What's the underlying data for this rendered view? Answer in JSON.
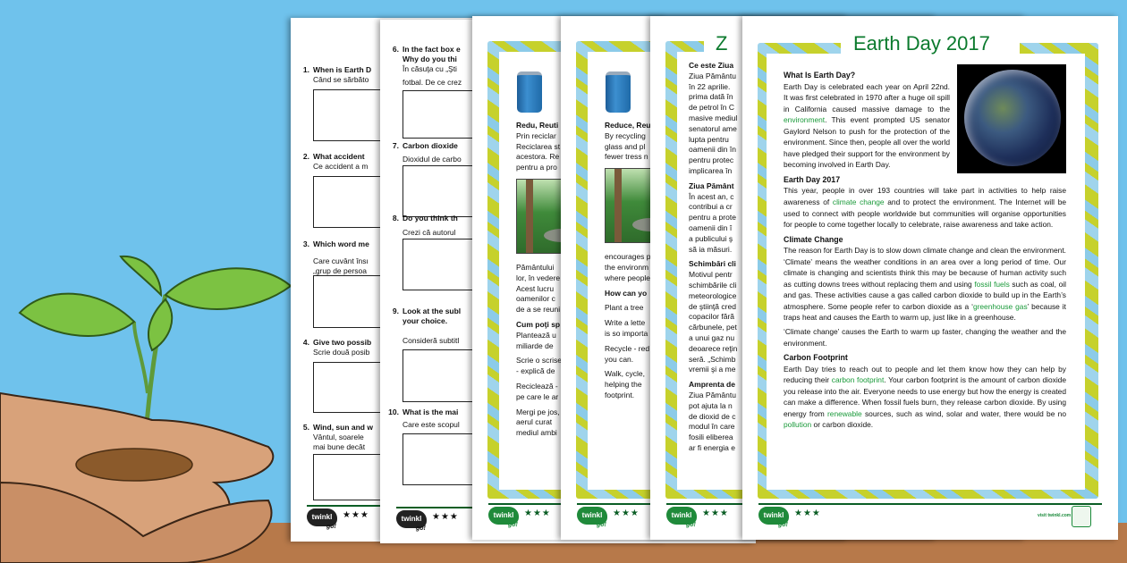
{
  "colors": {
    "sky": "#6fc2ec",
    "table": "#b7794a",
    "title_green": "#0b7a2d",
    "keyword_green": "#1a9a3a"
  },
  "brand": {
    "logo": "twinkl",
    "go": "go!",
    "stars": "★★★",
    "visit": "visit twinkl.com"
  },
  "worksheet1": {
    "questions": [
      {
        "num": "1.",
        "en": "When is Earth D",
        "ro": "Când se sărbăto"
      },
      {
        "num": "2.",
        "en": "What accident",
        "ro": "Ce accident a m"
      },
      {
        "num": "3.",
        "en": "Which word me",
        "ro": "Care cuvânt însı",
        "ro2": "„grup de persoa"
      },
      {
        "num": "4.",
        "en": "Give two possib",
        "ro": "Scrie două posib"
      },
      {
        "num": "5.",
        "en": "Wind, sun and w",
        "ro": "Vântul, soarele",
        "ro2": "mai bune decât"
      }
    ]
  },
  "worksheet2": {
    "questions": [
      {
        "num": "6.",
        "en": "In the fact box e",
        "en2": "Why do you thi",
        "ro": "În căsuţa cu „Şti",
        "ro2": "fotbal. De ce crez"
      },
      {
        "num": "7.",
        "en": "Carbon dioxide",
        "ro": "Dioxidul de carbo"
      },
      {
        "num": "8.",
        "en": "Do you think th",
        "ro": "Crezi că autorul"
      },
      {
        "num": "9.",
        "en": "Look at the subl",
        "en2": "your choice.",
        "ro": "Consideră subtitl"
      },
      {
        "num": "10.",
        "en": "What is the mai",
        "ro": "Care este scopul"
      }
    ]
  },
  "page_ro": {
    "blocks": [
      {
        "lines": [
          "Redu, Reuti",
          "Prin reciclar",
          "Reciclarea st",
          "acestora.  Re",
          "pentru a pro"
        ],
        "bold": 1
      },
      {
        "forest": true
      },
      {
        "lines": [
          "Pământului",
          "lor, în vedere",
          "Acest  lucru",
          "oamenilor  c",
          "de a se reuni"
        ]
      },
      {
        "lines": [
          "Cum poţi sp",
          "Plantează u",
          "miliarde de"
        ],
        "bold": 1
      },
      {
        "lines": [
          "Scrie o scrise",
          "- explică de"
        ]
      },
      {
        "lines": [
          "Reciclează -",
          "pe care le ar"
        ]
      },
      {
        "lines": [
          "Mergi pe jos,",
          "aerul curat",
          "mediul ambi"
        ]
      }
    ]
  },
  "page_en": {
    "blocks": [
      {
        "lines": [
          "Reduce, Reu",
          "By recycling",
          "glass and pl",
          "fewer tress n"
        ],
        "bold": 1
      },
      {
        "forest": true
      },
      {
        "lines": [
          "encourages p",
          "the environm",
          "where people"
        ]
      },
      {
        "lines": [
          "How can yo"
        ],
        "bold": 1
      },
      {
        "lines": [
          "Plant a tree"
        ]
      },
      {
        "lines": [
          "Write a lette",
          "is so importa"
        ]
      },
      {
        "lines": [
          "Recycle - red",
          "you can."
        ]
      },
      {
        "lines": [
          "Walk, cycle,",
          "helping  the",
          "footprint."
        ]
      }
    ]
  },
  "page_ro_fact": {
    "title": "Z",
    "blocks": [
      {
        "lines": [
          "Ce este Ziua",
          "Ziua Pământu",
          "în 22 aprilie.",
          "prima dată în",
          "de petrol în C",
          "masive mediul",
          "senatorul ame",
          "lupta  pentru",
          "oamenii din în",
          "pentru  protec",
          "implicarea în"
        ],
        "bold": 1
      },
      {
        "lines": [
          "Ziua Pământ",
          "În acest an, c",
          "contribui a cr",
          "pentru a prote",
          "oamenii din î",
          "a publicului ş",
          "să ia măsuri."
        ],
        "bold": 1
      },
      {
        "lines": [
          "Schimbări cli",
          "Motivul pentr",
          "schimbările cli",
          "meteorologice",
          "de ştiinţă cred",
          "copacilor fără",
          "cărbunele, pet",
          "a unui gaz nu",
          "deoarece reţin",
          "seră. „Schimb",
          "vremii şi a me"
        ],
        "bold": 1
      },
      {
        "lines": [
          "Amprenta de",
          "Ziua Pământu",
          "pot ajuta la n",
          "de dioxid de c",
          "modul în care",
          "fosili eliberea",
          "ar fi energia e"
        ],
        "bold": 1
      }
    ]
  },
  "front": {
    "title": "Earth Day 2017",
    "sections": [
      {
        "heading": "What Is Earth Day?",
        "paras": [
          [
            {
              "t": "Earth Day is celebrated each year on April 22nd. It was first celebrated in 1970 after a huge oil spill in California caused massive damage to the "
            },
            {
              "t": "environment",
              "g": 1
            },
            {
              "t": ". This event prompted US senator Gaylord Nelson to push for the protection of the environment. Since then, people all over the world have pledged their support for the environment by becoming involved in Earth Day."
            }
          ]
        ]
      },
      {
        "heading": "Earth Day 2017",
        "paras": [
          [
            {
              "t": "This year, people in over 193 countries will take part in activities to help raise awareness of "
            },
            {
              "t": "climate change",
              "g": 1
            },
            {
              "t": " and to protect the environment. The Internet will be used to connect with people worldwide but communities will organise opportunities for people to come together locally to celebrate, raise awareness and take action."
            }
          ]
        ]
      },
      {
        "heading": "Climate Change",
        "paras": [
          [
            {
              "t": "The reason for Earth Day is to slow down climate change and clean the environment. ‘Climate’ means the weather conditions in an area over a long period of time. Our climate is changing and scientists think this may be because of human activity such as cutting downs trees without replacing them and using "
            },
            {
              "t": "fossil fuels",
              "g": 1
            },
            {
              "t": " such as coal, oil and gas. These activities cause a gas called carbon dioxide to build up in the Earth’s atmosphere. Some people refer to carbon dioxide as a ‘"
            },
            {
              "t": "greenhouse gas",
              "g": 1
            },
            {
              "t": "’ because it traps heat and causes the Earth to warm up, just like in a greenhouse."
            }
          ],
          [
            {
              "t": "‘Climate change’ causes the Earth to warm up faster, changing the weather and the environment."
            }
          ]
        ]
      },
      {
        "heading": "Carbon Footprint",
        "paras": [
          [
            {
              "t": "Earth Day tries to reach out to people and let them know how they can help by reducing their "
            },
            {
              "t": "carbon footprint",
              "g": 1
            },
            {
              "t": ". Your carbon footprint is the amount of carbon dioxide you release into the air. Everyone needs to use energy but how the energy is created can make a difference. When fossil fuels burn, they release carbon dioxide. By using energy from "
            },
            {
              "t": "renewable",
              "g": 1
            },
            {
              "t": " sources, such as wind, solar and water, there would be no "
            },
            {
              "t": "pollution",
              "g": 1
            },
            {
              "t": " or carbon dioxide."
            }
          ]
        ]
      }
    ]
  }
}
